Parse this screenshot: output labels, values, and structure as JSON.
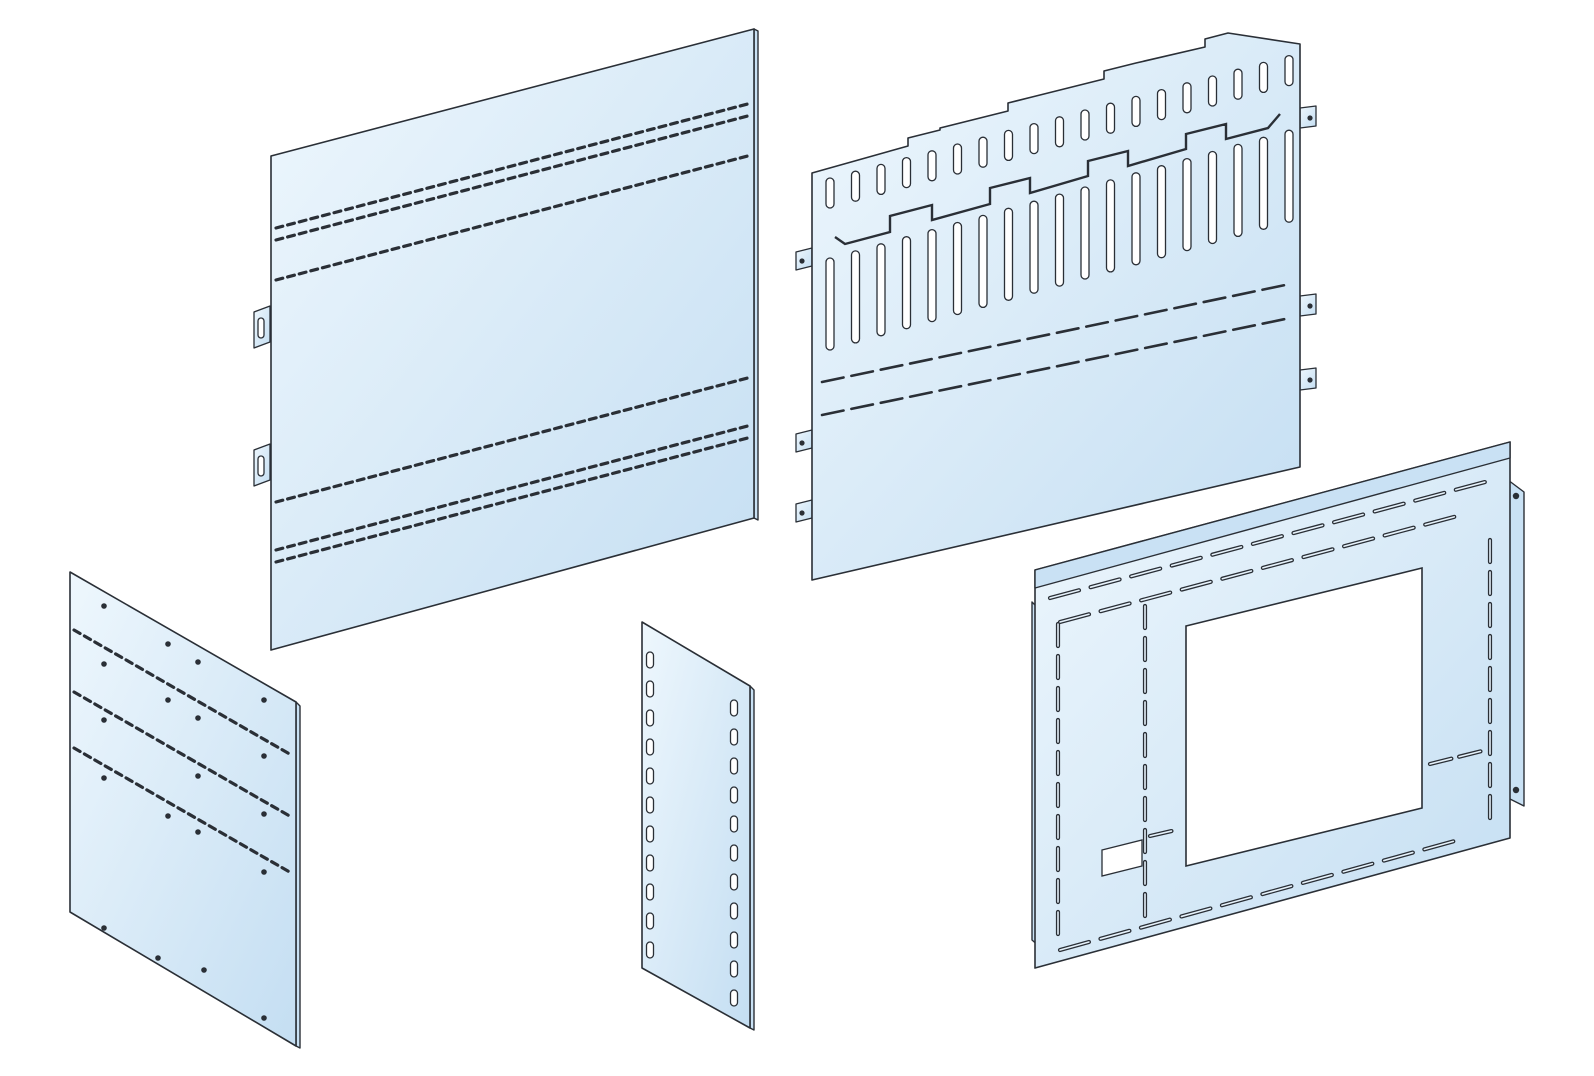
{
  "figure": {
    "background": "#ffffff",
    "panel_fill_light": "#e9f4fc",
    "panel_fill_dark": "#bcd9f0",
    "outline_color": "#2a2f36"
  },
  "parts": [
    {
      "id": "large-slotted-back-plate"
    },
    {
      "id": "vertical-slot-partition-plate"
    },
    {
      "id": "small-perforated-plate"
    },
    {
      "id": "narrow-upright-strip"
    },
    {
      "id": "cutout-mounting-frame"
    }
  ]
}
